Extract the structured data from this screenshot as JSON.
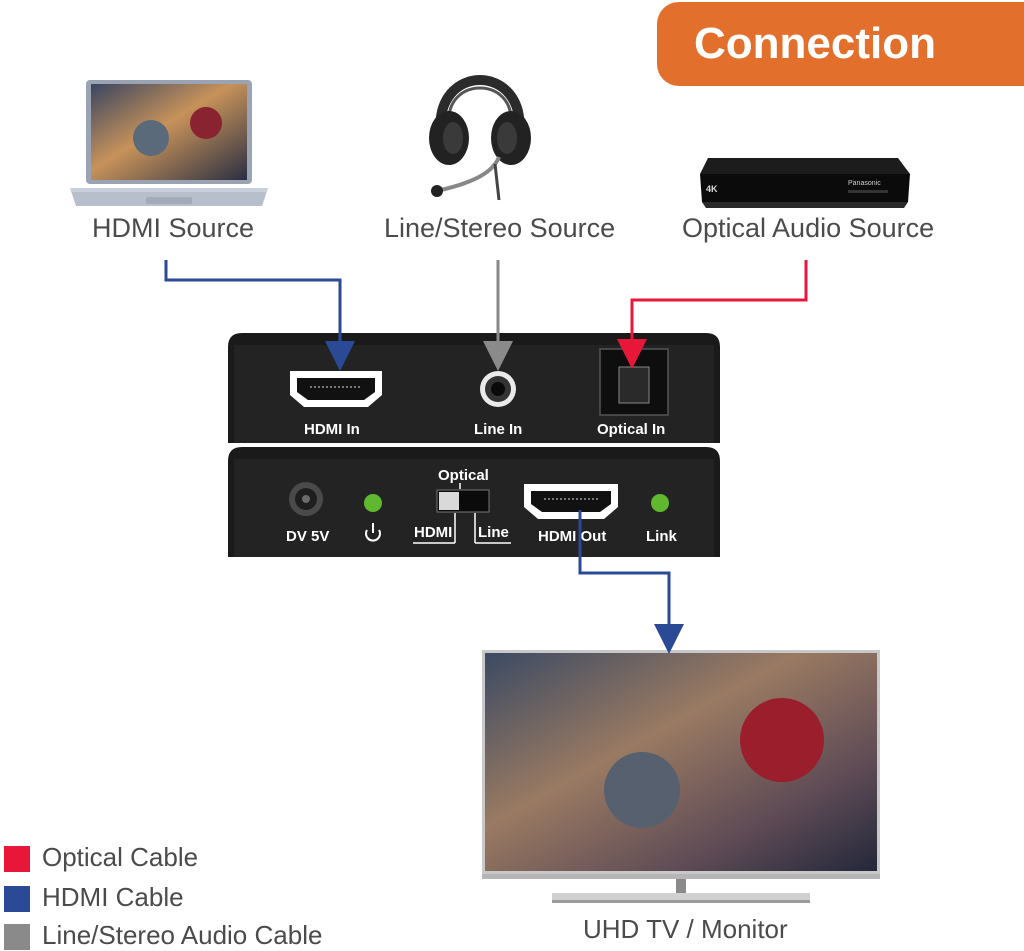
{
  "header": {
    "title": "Connection"
  },
  "sources": {
    "hdmi": "HDMI Source",
    "line": "Line/Stereo Source",
    "optical": "Optical Audio Source"
  },
  "device_input_panel": {
    "hdmi_in": "HDMI In",
    "line_in": "Line In",
    "optical_in": "Optical In"
  },
  "device_output_panel": {
    "dv": "DV 5V",
    "switch_optical": "Optical",
    "switch_hdmi": "HDMI",
    "switch_line": "Line",
    "hdmi_out": "HDMI Out",
    "link": "Link"
  },
  "player_brand": "Panasonic",
  "player_badge": "4K",
  "sink": {
    "label": "UHD TV / Monitor"
  },
  "legend": [
    {
      "label": "Optical Cable",
      "color": "#e8173a"
    },
    {
      "label": "HDMI Cable",
      "color": "#2a4a95"
    },
    {
      "label": "Line/Stereo Audio Cable",
      "color": "#8a8a8a"
    }
  ],
  "colors": {
    "accent": "#e2702c",
    "optical": "#e8173a",
    "hdmi": "#2a4a95",
    "line": "#8a8a8a",
    "led": "#5fb82e"
  }
}
